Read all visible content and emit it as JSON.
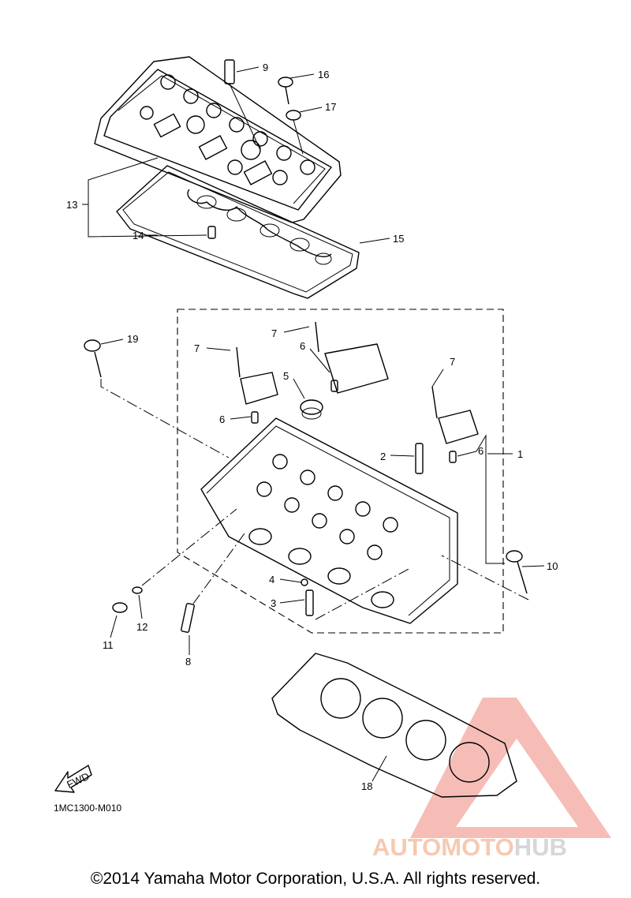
{
  "callouts": [
    {
      "id": "1",
      "label": "1"
    },
    {
      "id": "2",
      "label": "2"
    },
    {
      "id": "3",
      "label": "3"
    },
    {
      "id": "4",
      "label": "4"
    },
    {
      "id": "5",
      "label": "5"
    },
    {
      "id": "6a",
      "label": "6"
    },
    {
      "id": "6b",
      "label": "6"
    },
    {
      "id": "6c",
      "label": "6"
    },
    {
      "id": "7a",
      "label": "7"
    },
    {
      "id": "7b",
      "label": "7"
    },
    {
      "id": "7c",
      "label": "7"
    },
    {
      "id": "8",
      "label": "8"
    },
    {
      "id": "9",
      "label": "9"
    },
    {
      "id": "10",
      "label": "10"
    },
    {
      "id": "11",
      "label": "11"
    },
    {
      "id": "12",
      "label": "12"
    },
    {
      "id": "13",
      "label": "13"
    },
    {
      "id": "14",
      "label": "14"
    },
    {
      "id": "15",
      "label": "15"
    },
    {
      "id": "16",
      "label": "16"
    },
    {
      "id": "17",
      "label": "17"
    },
    {
      "id": "18",
      "label": "18"
    },
    {
      "id": "19",
      "label": "19"
    }
  ],
  "fwd_label": "FWD",
  "diagram_code": "1MC1300-M010",
  "copyright": "©2014 Yamaha Motor Corporation, U.S.A. All rights reserved.",
  "watermark": {
    "part1": "AUTOMOTO",
    "part2": "HUB",
    "color_primary": "#f28b82",
    "color_secondary": "#cfcfcf"
  }
}
